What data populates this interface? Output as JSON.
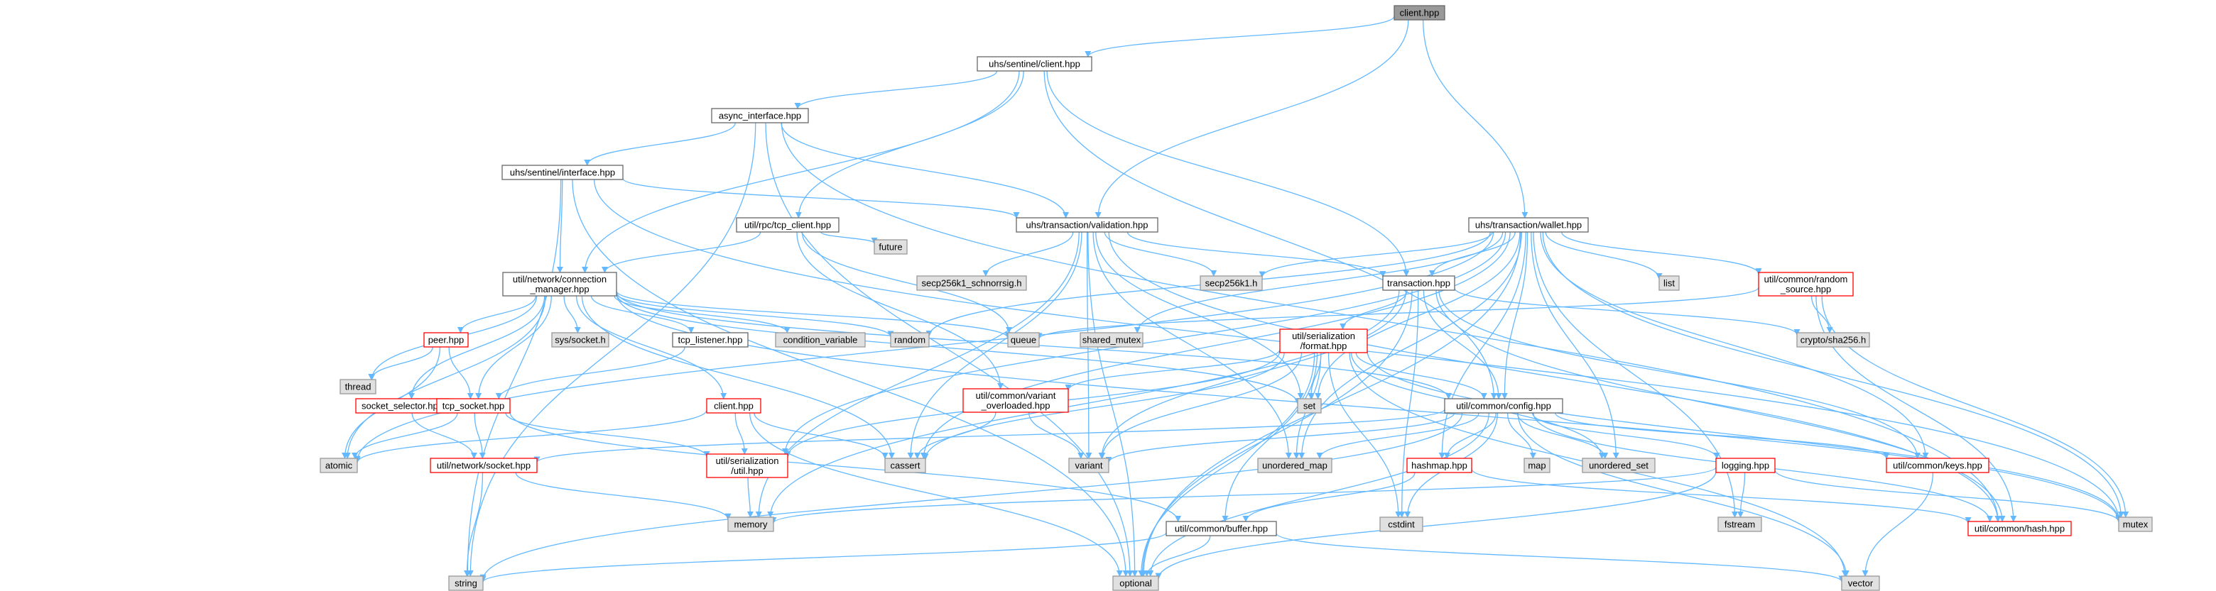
{
  "colors": {
    "edge": "#63b8ff",
    "root_fill": "#999999",
    "root_border": "#666666",
    "doc_fill": "#ffffff",
    "doc_border": "#666666",
    "system_fill": "#e0e0e0",
    "system_border": "#999999",
    "incomplete_border": "#ff0000"
  },
  "nodes": [
    {
      "id": "client_hpp",
      "label": "client.hpp",
      "kind": "root"
    },
    {
      "id": "sentinel_client",
      "label": "uhs/sentinel/client.hpp",
      "kind": "doc"
    },
    {
      "id": "async_interface",
      "label": "async_interface.hpp",
      "kind": "doc"
    },
    {
      "id": "sentinel_interface",
      "label": "uhs/sentinel/interface.hpp",
      "kind": "doc"
    },
    {
      "id": "tcp_client",
      "label": "util/rpc/tcp_client.hpp",
      "kind": "doc"
    },
    {
      "id": "validation",
      "label": "uhs/transaction/validation.hpp",
      "kind": "doc"
    },
    {
      "id": "wallet",
      "label": "uhs/transaction/wallet.hpp",
      "kind": "doc"
    },
    {
      "id": "conn_manager",
      "label": "util/network/connection",
      "label2": "_manager.hpp",
      "kind": "doc"
    },
    {
      "id": "future",
      "label": "future",
      "kind": "system"
    },
    {
      "id": "secp_schnorr",
      "label": "secp256k1_schnorrsig.h",
      "kind": "system"
    },
    {
      "id": "secp",
      "label": "secp256k1.h",
      "kind": "system"
    },
    {
      "id": "transaction",
      "label": "transaction.hpp",
      "kind": "doc"
    },
    {
      "id": "list",
      "label": "list",
      "kind": "system"
    },
    {
      "id": "random_source",
      "label": "util/common/random",
      "label2": "_source.hpp",
      "kind": "incomplete"
    },
    {
      "id": "peer",
      "label": "peer.hpp",
      "kind": "incomplete"
    },
    {
      "id": "syssocket",
      "label": "sys/socket.h",
      "kind": "system"
    },
    {
      "id": "tcp_listener",
      "label": "tcp_listener.hpp",
      "kind": "doc"
    },
    {
      "id": "condvar",
      "label": "condition_variable",
      "kind": "system"
    },
    {
      "id": "random",
      "label": "random",
      "kind": "system"
    },
    {
      "id": "queue",
      "label": "queue",
      "kind": "system"
    },
    {
      "id": "shared_mutex",
      "label": "shared_mutex",
      "kind": "system"
    },
    {
      "id": "ser_format",
      "label": "util/serialization",
      "label2": "/format.hpp",
      "kind": "incomplete"
    },
    {
      "id": "sha256",
      "label": "crypto/sha256.h",
      "kind": "system"
    },
    {
      "id": "thread",
      "label": "thread",
      "kind": "system"
    },
    {
      "id": "socket_selector",
      "label": "socket_selector.hpp",
      "kind": "incomplete"
    },
    {
      "id": "tcp_socket",
      "label": "tcp_socket.hpp",
      "kind": "incomplete"
    },
    {
      "id": "client2",
      "label": "client.hpp",
      "kind": "incomplete"
    },
    {
      "id": "variant_overloaded",
      "label": "util/common/variant",
      "label2": "_overloaded.hpp",
      "kind": "incomplete"
    },
    {
      "id": "set",
      "label": "set",
      "kind": "system"
    },
    {
      "id": "config",
      "label": "util/common/config.hpp",
      "kind": "doc"
    },
    {
      "id": "atomic",
      "label": "atomic",
      "kind": "system"
    },
    {
      "id": "network_socket",
      "label": "util/network/socket.hpp",
      "kind": "incomplete"
    },
    {
      "id": "ser_util",
      "label": "util/serialization",
      "label2": "/util.hpp",
      "kind": "incomplete"
    },
    {
      "id": "cassert",
      "label": "cassert",
      "kind": "system"
    },
    {
      "id": "variant",
      "label": "variant",
      "kind": "system"
    },
    {
      "id": "unordered_map",
      "label": "unordered_map",
      "kind": "system"
    },
    {
      "id": "map",
      "label": "map",
      "kind": "system"
    },
    {
      "id": "unordered_set",
      "label": "unordered_set",
      "kind": "system"
    },
    {
      "id": "keys",
      "label": "util/common/keys.hpp",
      "kind": "incomplete"
    },
    {
      "id": "hashmap",
      "label": "hashmap.hpp",
      "kind": "incomplete"
    },
    {
      "id": "logging",
      "label": "logging.hpp",
      "kind": "incomplete"
    },
    {
      "id": "memory",
      "label": "memory",
      "kind": "system"
    },
    {
      "id": "cstdint",
      "label": "cstdint",
      "kind": "system"
    },
    {
      "id": "buffer",
      "label": "util/common/buffer.hpp",
      "kind": "doc"
    },
    {
      "id": "fstream",
      "label": "fstream",
      "kind": "system"
    },
    {
      "id": "hash",
      "label": "util/common/hash.hpp",
      "kind": "incomplete"
    },
    {
      "id": "mutex",
      "label": "mutex",
      "kind": "system"
    },
    {
      "id": "string",
      "label": "string",
      "kind": "system"
    },
    {
      "id": "optional",
      "label": "optional",
      "kind": "system"
    },
    {
      "id": "vector",
      "label": "vector",
      "kind": "system"
    }
  ],
  "edges": [
    [
      "client_hpp",
      "sentinel_client"
    ],
    [
      "client_hpp",
      "validation"
    ],
    [
      "client_hpp",
      "wallet"
    ],
    [
      "sentinel_client",
      "async_interface"
    ],
    [
      "sentinel_client",
      "tcp_client"
    ],
    [
      "sentinel_client",
      "conn_manager"
    ],
    [
      "sentinel_client",
      "transaction"
    ],
    [
      "sentinel_client",
      "config"
    ],
    [
      "async_interface",
      "sentinel_interface"
    ],
    [
      "async_interface",
      "validation"
    ],
    [
      "async_interface",
      "string"
    ],
    [
      "async_interface",
      "optional"
    ],
    [
      "async_interface",
      "hash"
    ],
    [
      "sentinel_interface",
      "conn_manager"
    ],
    [
      "sentinel_interface",
      "validation"
    ],
    [
      "sentinel_interface",
      "string"
    ],
    [
      "sentinel_interface",
      "optional"
    ],
    [
      "sentinel_interface",
      "mutex"
    ],
    [
      "tcp_client",
      "conn_manager"
    ],
    [
      "tcp_client",
      "future"
    ],
    [
      "tcp_client",
      "variant_overloaded"
    ],
    [
      "tcp_client",
      "queue"
    ],
    [
      "validation",
      "transaction"
    ],
    [
      "validation",
      "secp_schnorr"
    ],
    [
      "validation",
      "secp"
    ],
    [
      "validation",
      "variant"
    ],
    [
      "validation",
      "optional"
    ],
    [
      "validation",
      "cassert"
    ],
    [
      "validation",
      "memory"
    ],
    [
      "validation",
      "set"
    ],
    [
      "validation",
      "hash"
    ],
    [
      "validation",
      "unordered_map"
    ],
    [
      "wallet",
      "transaction"
    ],
    [
      "wallet",
      "secp"
    ],
    [
      "wallet",
      "list"
    ],
    [
      "wallet",
      "random_source"
    ],
    [
      "wallet",
      "config"
    ],
    [
      "wallet",
      "random"
    ],
    [
      "wallet",
      "shared_mutex"
    ],
    [
      "wallet",
      "set"
    ],
    [
      "wallet",
      "unordered_map"
    ],
    [
      "wallet",
      "unordered_set"
    ],
    [
      "wallet",
      "hashmap"
    ],
    [
      "wallet",
      "fstream"
    ],
    [
      "wallet",
      "mutex"
    ],
    [
      "wallet",
      "optional"
    ],
    [
      "wallet",
      "cassert"
    ],
    [
      "wallet",
      "keys"
    ],
    [
      "wallet",
      "ser_util"
    ],
    [
      "wallet",
      "atomic"
    ],
    [
      "conn_manager",
      "peer"
    ],
    [
      "conn_manager",
      "syssocket"
    ],
    [
      "conn_manager",
      "tcp_listener"
    ],
    [
      "conn_manager",
      "condvar"
    ],
    [
      "conn_manager",
      "random"
    ],
    [
      "conn_manager",
      "queue"
    ],
    [
      "conn_manager",
      "thread"
    ],
    [
      "conn_manager",
      "socket_selector"
    ],
    [
      "conn_manager",
      "tcp_socket"
    ],
    [
      "conn_manager",
      "client2"
    ],
    [
      "conn_manager",
      "atomic"
    ],
    [
      "conn_manager",
      "cassert"
    ],
    [
      "conn_manager",
      "config"
    ],
    [
      "conn_manager",
      "set"
    ],
    [
      "conn_manager",
      "mutex"
    ],
    [
      "transaction",
      "ser_format"
    ],
    [
      "transaction",
      "config"
    ],
    [
      "transaction",
      "sha256"
    ],
    [
      "transaction",
      "hash"
    ],
    [
      "transaction",
      "keys"
    ],
    [
      "transaction",
      "optional"
    ],
    [
      "transaction",
      "cstdint"
    ],
    [
      "transaction",
      "memory"
    ],
    [
      "transaction",
      "variant"
    ],
    [
      "random_source",
      "queue"
    ],
    [
      "random_source",
      "sha256"
    ],
    [
      "random_source",
      "hash"
    ],
    [
      "random_source",
      "mutex"
    ],
    [
      "peer",
      "thread"
    ],
    [
      "peer",
      "tcp_socket"
    ],
    [
      "peer",
      "atomic"
    ],
    [
      "tcp_listener",
      "tcp_socket"
    ],
    [
      "ser_format",
      "variant_overloaded"
    ],
    [
      "ser_format",
      "config"
    ],
    [
      "ser_format",
      "set"
    ],
    [
      "ser_format",
      "cassert"
    ],
    [
      "ser_format",
      "variant"
    ],
    [
      "ser_format",
      "unordered_map"
    ],
    [
      "ser_format",
      "unordered_set"
    ],
    [
      "ser_format",
      "cstdint"
    ],
    [
      "ser_format",
      "optional"
    ],
    [
      "ser_format",
      "buffer"
    ],
    [
      "ser_format",
      "vector"
    ],
    [
      "ser_format",
      "mutex"
    ],
    [
      "ser_format",
      "ser_util"
    ],
    [
      "socket_selector",
      "network_socket"
    ],
    [
      "tcp_socket",
      "atomic"
    ],
    [
      "tcp_socket",
      "network_socket"
    ],
    [
      "tcp_socket",
      "ser_util"
    ],
    [
      "tcp_socket",
      "buffer"
    ],
    [
      "client2",
      "cassert"
    ],
    [
      "client2",
      "ser_util"
    ],
    [
      "client2",
      "optional"
    ],
    [
      "client2",
      "atomic"
    ],
    [
      "variant_overloaded",
      "cassert"
    ],
    [
      "variant_overloaded",
      "variant"
    ],
    [
      "config",
      "map"
    ],
    [
      "config",
      "unordered_map"
    ],
    [
      "config",
      "unordered_set"
    ],
    [
      "config",
      "variant"
    ],
    [
      "config",
      "keys"
    ],
    [
      "config",
      "hashmap"
    ],
    [
      "config",
      "logging"
    ],
    [
      "config",
      "network_socket"
    ],
    [
      "config",
      "cstdint"
    ],
    [
      "config",
      "optional"
    ],
    [
      "config",
      "vector"
    ],
    [
      "config",
      "hash"
    ],
    [
      "config",
      "string"
    ],
    [
      "network_socket",
      "string"
    ],
    [
      "network_socket",
      "memory"
    ],
    [
      "ser_util",
      "memory"
    ],
    [
      "keys",
      "vector"
    ],
    [
      "hashmap",
      "hash"
    ],
    [
      "hashmap",
      "buffer"
    ],
    [
      "logging",
      "fstream"
    ],
    [
      "logging",
      "mutex"
    ],
    [
      "logging",
      "optional"
    ],
    [
      "logging",
      "memory"
    ],
    [
      "buffer",
      "string"
    ],
    [
      "buffer",
      "optional"
    ],
    [
      "buffer",
      "vector"
    ]
  ]
}
